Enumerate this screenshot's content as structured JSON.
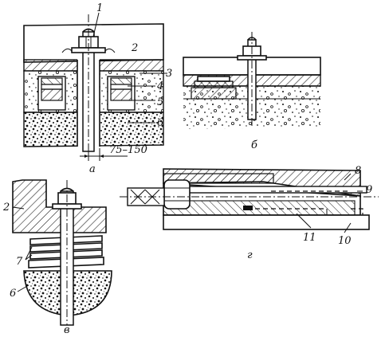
{
  "view_a": {
    "caption": "а",
    "dimension": "75–150",
    "labels": [
      "1",
      "2",
      "3",
      "4",
      "5",
      "6"
    ]
  },
  "view_b": {
    "caption": "б"
  },
  "view_v": {
    "caption": "в",
    "labels": [
      "2",
      "7",
      "6"
    ]
  },
  "view_g": {
    "caption": "г",
    "labels": [
      "8",
      "9",
      "11",
      "10"
    ]
  },
  "colors": {
    "ink": "#111111",
    "paper": "#ffffff"
  }
}
